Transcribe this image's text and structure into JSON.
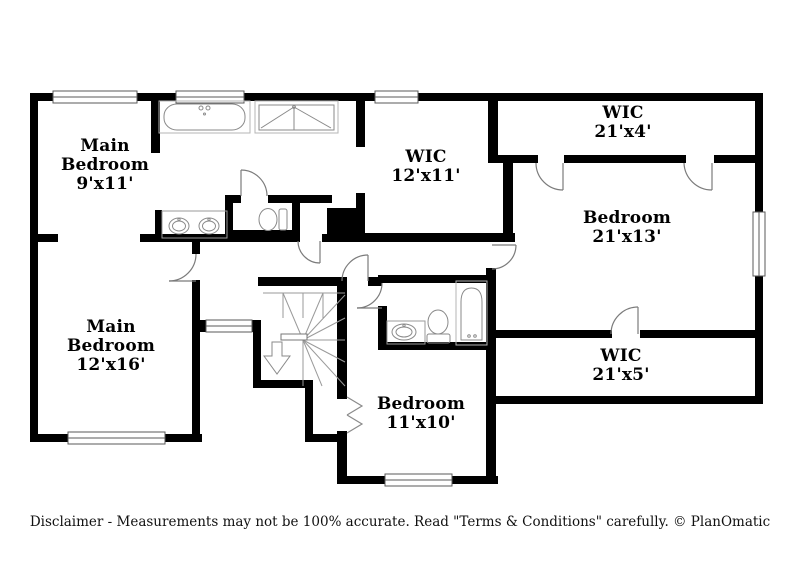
{
  "page": {
    "background": "#ffffff",
    "wall_color": "#000000",
    "fixture_line_color": "#8a8a8a"
  },
  "floorplan": {
    "rooms": [
      {
        "name": "Main Bedroom",
        "dims": "9'x11'"
      },
      {
        "name": "WIC",
        "dims": "12'x11'"
      },
      {
        "name": "WIC",
        "dims": "21'x4'"
      },
      {
        "name": "Bedroom",
        "dims": "21'x13'"
      },
      {
        "name": "Main Bedroom",
        "dims": "12'x16'"
      },
      {
        "name": "WIC",
        "dims": "21'x5'"
      },
      {
        "name": "Bedroom",
        "dims": "11'x10'"
      }
    ],
    "fixtures": [
      "bathtub",
      "glass-shower",
      "double-sink-vanity",
      "toilet",
      "toilet-room",
      "hall-bathtub",
      "hall-vanity-sink",
      "winder-staircase",
      "stairs-down-arrow",
      "bifold-closet-doors"
    ],
    "window_count": 7,
    "door_count": 9,
    "disclaimer": "Disclaimer - Measurements may not be 100% accurate. Read \"Terms & Conditions\" carefully. © PlanOmatic"
  }
}
